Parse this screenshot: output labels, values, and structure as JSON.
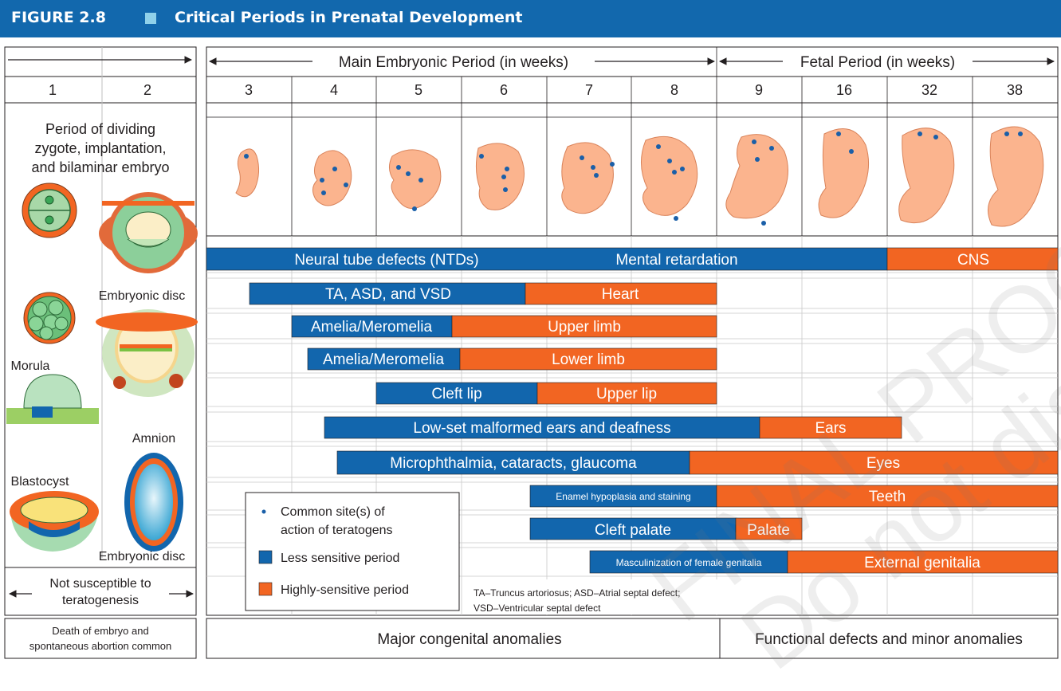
{
  "figure": {
    "label": "FIGURE 2.8",
    "title": "Critical Periods in Prenatal Development"
  },
  "periods": {
    "main": "Main Embryonic Period (in weeks)",
    "fetal": "Fetal Period (in weeks)"
  },
  "weeks_left": [
    "1",
    "2"
  ],
  "weeks": [
    "3",
    "4",
    "5",
    "6",
    "7",
    "8",
    "9",
    "16",
    "32",
    "38"
  ],
  "left_panel": {
    "heading_lines": [
      "Period of dividing",
      "zygote, implantation,",
      "and bilaminar embryo"
    ],
    "labels": {
      "embryonic_disc_top": "Embryonic disc",
      "morula": "Morula",
      "amnion": "Amnion",
      "blastocyst": "Blastocyst",
      "embryonic_disc_bottom": "Embryonic disc"
    },
    "not_susceptible_lines": [
      "Not susceptible to",
      "teratogenesis"
    ],
    "death_lines": [
      "Death of embryo and",
      "spontaneous abortion common"
    ]
  },
  "bars": [
    {
      "id": "cns",
      "segments": [
        {
          "label": "Neural tube defects (NTDs)",
          "sensitivity": "less"
        },
        {
          "label": "Mental retardation",
          "sensitivity": "less"
        },
        {
          "label": "CNS",
          "sensitivity": "high"
        }
      ]
    },
    {
      "id": "heart",
      "segments": [
        {
          "label": "TA, ASD, and VSD",
          "sensitivity": "less"
        },
        {
          "label": "Heart",
          "sensitivity": "high"
        }
      ]
    },
    {
      "id": "upper-limb",
      "segments": [
        {
          "label": "Amelia/Meromelia",
          "sensitivity": "less"
        },
        {
          "label": "Upper limb",
          "sensitivity": "high"
        }
      ]
    },
    {
      "id": "lower-limb",
      "segments": [
        {
          "label": "Amelia/Meromelia",
          "sensitivity": "less"
        },
        {
          "label": "Lower limb",
          "sensitivity": "high"
        }
      ]
    },
    {
      "id": "upper-lip",
      "segments": [
        {
          "label": "Cleft lip",
          "sensitivity": "less"
        },
        {
          "label": "Upper lip",
          "sensitivity": "high"
        }
      ]
    },
    {
      "id": "ears",
      "segments": [
        {
          "label": "Low-set malformed ears and deafness",
          "sensitivity": "less"
        },
        {
          "label": "Ears",
          "sensitivity": "high"
        }
      ]
    },
    {
      "id": "eyes",
      "segments": [
        {
          "label": "Microphthalmia, cataracts, glaucoma",
          "sensitivity": "less"
        },
        {
          "label": "Eyes",
          "sensitivity": "high"
        }
      ]
    },
    {
      "id": "teeth",
      "segments": [
        {
          "label": "Enamel hypoplasia and staining",
          "sensitivity": "less"
        },
        {
          "label": "Teeth",
          "sensitivity": "high"
        }
      ]
    },
    {
      "id": "palate",
      "segments": [
        {
          "label": "Cleft palate",
          "sensitivity": "less"
        },
        {
          "label": "Palate",
          "sensitivity": "high"
        }
      ]
    },
    {
      "id": "genitalia",
      "segments": [
        {
          "label": "Masculinization of female genitalia",
          "sensitivity": "less"
        },
        {
          "label": "External genitalia",
          "sensitivity": "high"
        }
      ]
    }
  ],
  "legend": {
    "site_lines": [
      "Common site(s) of",
      "action of teratogens"
    ],
    "less": "Less sensitive period",
    "high": "Highly-sensitive period"
  },
  "abbrev_lines": [
    "TA–Truncus artoriosus; ASD–Atrial septal defect;",
    "VSD–Ventricular septal defect"
  ],
  "bottom": {
    "major": "Major congenital anomalies",
    "functional": "Functional defects and minor anomalies"
  },
  "watermark": [
    "FINAL PROOF.",
    "Do not distribute."
  ],
  "colors": {
    "title_bar": "#1268ad",
    "less_sensitive": "#1266ad",
    "highly_sensitive": "#f26522",
    "embryo": "#fbb48e",
    "site_dot": "#1a5fa8"
  }
}
